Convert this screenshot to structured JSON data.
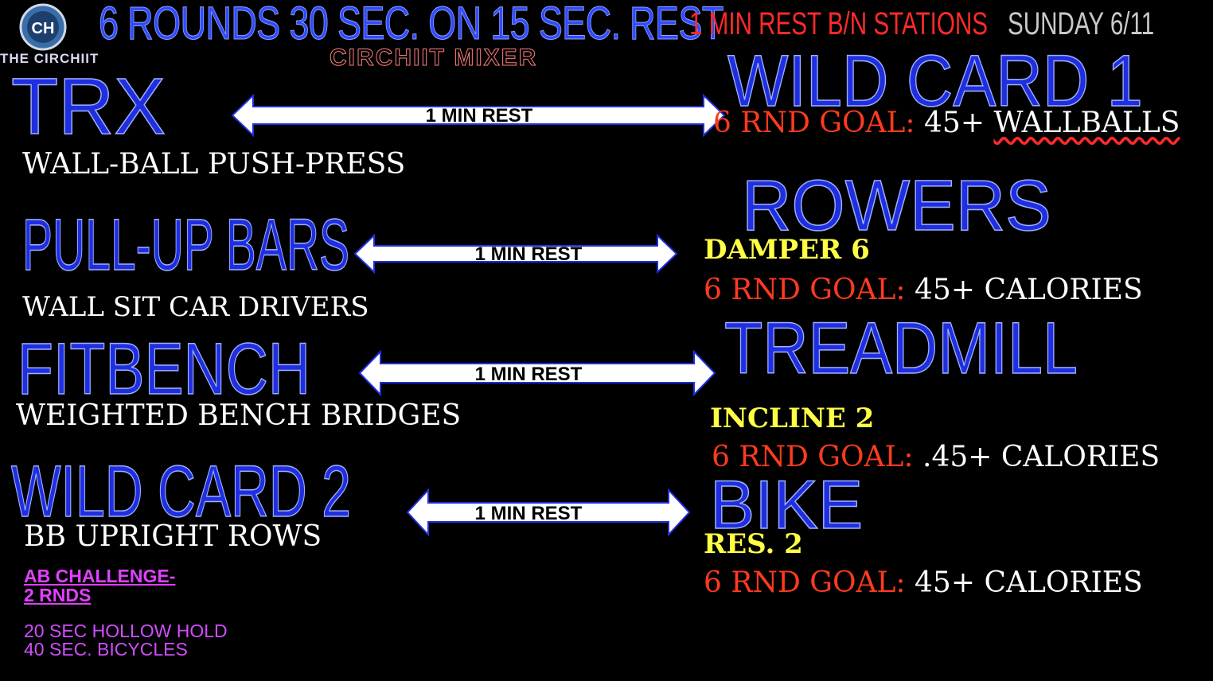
{
  "header": {
    "logo_letters": "CH",
    "logo_brand": "THE CIRCHIIT",
    "title": "6 ROUNDS 30 SEC. ON 15 SEC. REST",
    "subtitle": "CIRCHIIT MIXER",
    "station_rest": "1 MIN REST B/N STATIONS",
    "date": "SUNDAY 6/11"
  },
  "left": [
    {
      "station": "TRX",
      "exercise": "WALL-BALL PUSH-PRESS"
    },
    {
      "station": "PULL-UP BARS",
      "exercise": "WALL SIT CAR DRIVERS"
    },
    {
      "station": "FITBENCH",
      "exercise": "WEIGHTED BENCH BRIDGES"
    },
    {
      "station": "WILD CARD 2",
      "exercise": "BB UPRIGHT ROWS"
    }
  ],
  "arrows": [
    "1 MIN REST",
    "1 MIN REST",
    "1 MIN REST",
    "1 MIN REST"
  ],
  "right": [
    {
      "station": "WILD CARD 1",
      "setting": "",
      "goal_label": "6 RND GOAL:",
      "goal_value": "45+ ",
      "goal_value_underlined": "WALLBALLS"
    },
    {
      "station": "ROWERS",
      "setting": "DAMPER 6",
      "goal_label": "6 RND GOAL:",
      "goal_value": "45+ CALORIES"
    },
    {
      "station": "TREADMILL",
      "setting": "INCLINE 2",
      "goal_label": "6 RND GOAL:",
      "goal_value": ".45+ CALORIES"
    },
    {
      "station": "BIKE",
      "setting": "RES. 2",
      "goal_label": "6 RND GOAL:",
      "goal_value": "45+ CALORIES"
    }
  ],
  "ab_challenge": {
    "heading_line1": "AB CHALLENGE-",
    "heading_line2": "2 RNDS",
    "items": [
      "20 SEC HOLLOW HOLD",
      "40 SEC. BICYCLES"
    ]
  },
  "colors": {
    "background": "#000000",
    "station_blue": "#1f2fe0",
    "goal_red": "#ff3a1f",
    "setting_yellow": "#ffff44",
    "ab_purple": "#d24cff"
  }
}
